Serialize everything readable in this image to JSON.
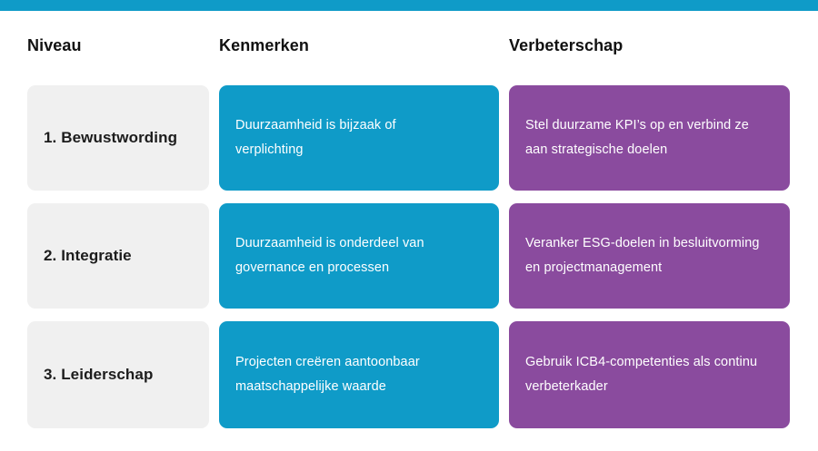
{
  "accent": {
    "bar_color": "#0f9bc8"
  },
  "colors": {
    "niveau_bg": "#f0f0f0",
    "kenmerk_bg": "#0f9bc8",
    "verbeterschap_bg": "#8a4b9e",
    "card_text": "#ffffff",
    "header_text": "#111111"
  },
  "table": {
    "headers": [
      {
        "label": "Niveau"
      },
      {
        "label": "Kenmerken"
      },
      {
        "label": "Verbeterschap"
      }
    ],
    "rows": [
      {
        "niveau": "1. Bewustwording",
        "kenmerk": "Duurzaamheid is bijzaak of\nverplichting",
        "verbeterschap": "Stel duurzame KPI’s op en verbind ze\naan strategische doelen"
      },
      {
        "niveau": "2. Integratie",
        "kenmerk": "Duurzaamheid is onderdeel van\ngovernance en processen",
        "verbeterschap": "Veranker ESG-doelen in besluitvorming\nen projectmanagement"
      },
      {
        "niveau": "3. Leiderschap",
        "kenmerk": "Projecten creëren aantoonbaar\nmaatschappelijke waarde",
        "verbeterschap": "Gebruik ICB4-competenties als continu\nverbeterkader"
      }
    ]
  }
}
